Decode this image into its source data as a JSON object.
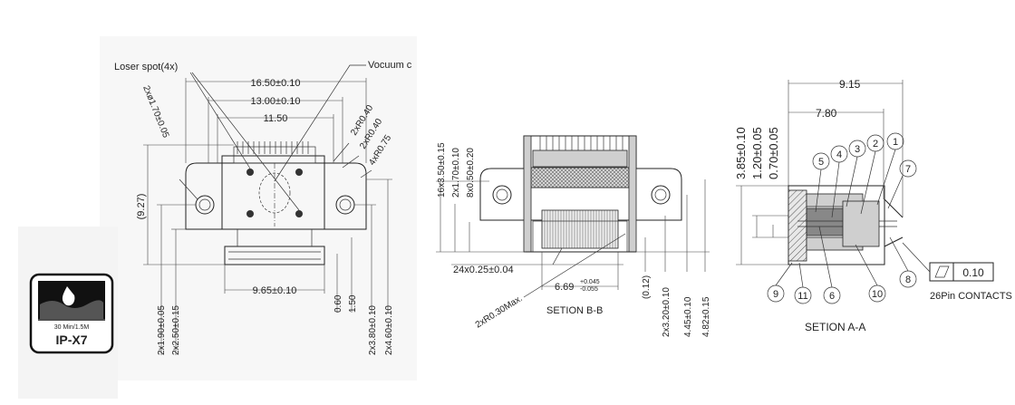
{
  "front_view": {
    "callouts": {
      "laser": "Loser spot(4x)",
      "vacuum": "Vocuum c"
    },
    "dims_top": [
      "16.50±0.10",
      "13.00±0.10",
      "11.50"
    ],
    "dims_radii": [
      "2xR0.40",
      "2xR0.40",
      "4xR0.75"
    ],
    "dim_hole": "2xø1.70±0.05",
    "dim_height": "(9.27)",
    "dim_bottom": "9.65±0.10",
    "dims_lower_left": [
      "2x1.90±0.05",
      "2x2.50±0.15"
    ],
    "dims_lower_right": [
      "0.60",
      "1.50",
      "2x3.80±0.10",
      "2x4.60±0.10"
    ]
  },
  "section_bb": {
    "title": "SETION  B-B",
    "dims_left": [
      "16x3.50±0.15",
      "2x1.70±0.10",
      "8x0.50±0.20"
    ],
    "dim_pins": "24x0.25±0.04",
    "dim_radius": "2xR0.30Max.",
    "dim_width": "6.69",
    "dim_width_tol_plus": "+0.045",
    "dim_width_tol_minus": "-0.055",
    "dims_right": [
      "(0.12)",
      "2x3.20±0.10",
      "4.45±0.10",
      "4.82±0.15"
    ]
  },
  "section_aa": {
    "title": "SETION  A-A",
    "dims_top": [
      "9.15",
      "7.80"
    ],
    "dims_left": [
      "3.85±0.10",
      "1.20±0.05",
      "0.70±0.05"
    ],
    "balloons_top": [
      "5",
      "4",
      "3",
      "2",
      "1",
      "7"
    ],
    "balloons_bottom": [
      "9",
      "11",
      "6",
      "10",
      "8"
    ],
    "flatness_value": "0.10",
    "contacts_note": "26Pin CONTACTS"
  },
  "badge": {
    "line1": "30 Min/1.5M",
    "line2": "IP-X7"
  }
}
